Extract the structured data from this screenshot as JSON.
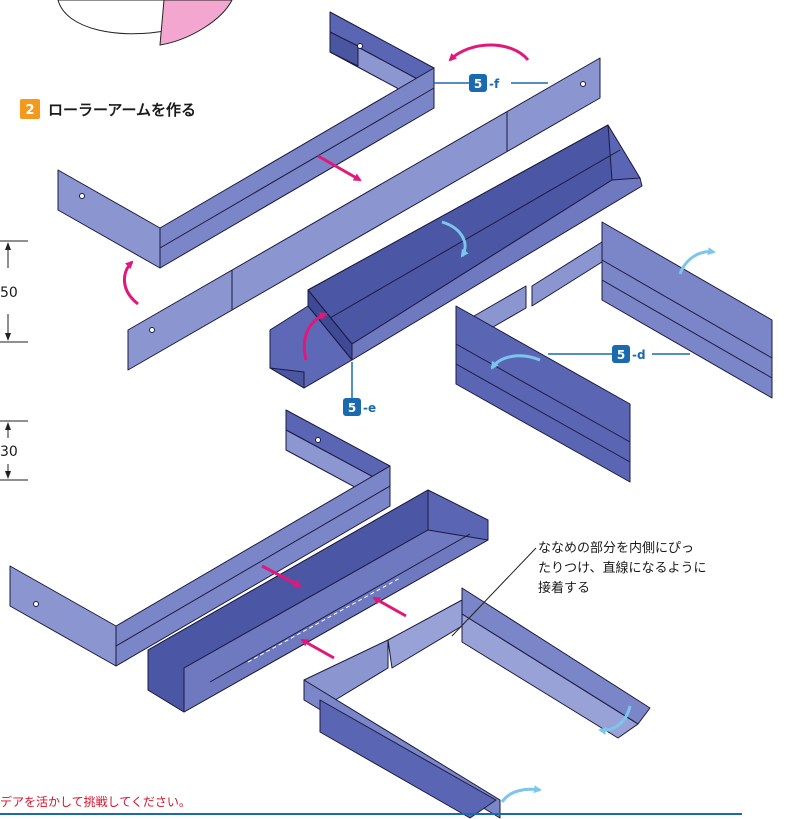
{
  "step": {
    "number": "2",
    "title": "ローラーアームを作る"
  },
  "callouts": {
    "f": {
      "number": "5",
      "suffix": "-f"
    },
    "d": {
      "number": "5",
      "suffix": "-d"
    },
    "e": {
      "number": "5",
      "suffix": "-e"
    }
  },
  "dimensions": {
    "upper": "50",
    "lower": "30"
  },
  "note": {
    "line1": "ななめの部分を内側にぴっ",
    "line2": "たりつけ、直線になるように",
    "line3": "接着する"
  },
  "footer": {
    "text": "デアを活かして挑戦してください。"
  },
  "colors": {
    "part_face": "#7b86c8",
    "part_dark": "#4f5ba8",
    "part_light": "#98a2d6",
    "arrow_magenta": "#e0187a",
    "arrow_light_blue": "#7cc6ec",
    "badge_blue": "#1a6ab0",
    "badge_orange": "#f39a1e",
    "wheel_pink": "#f3a6cf",
    "footer_line": "#1a6ab0"
  },
  "icons": [
    "curved-arrow-icon",
    "straight-arrow-icon",
    "glue-hole-icon"
  ]
}
